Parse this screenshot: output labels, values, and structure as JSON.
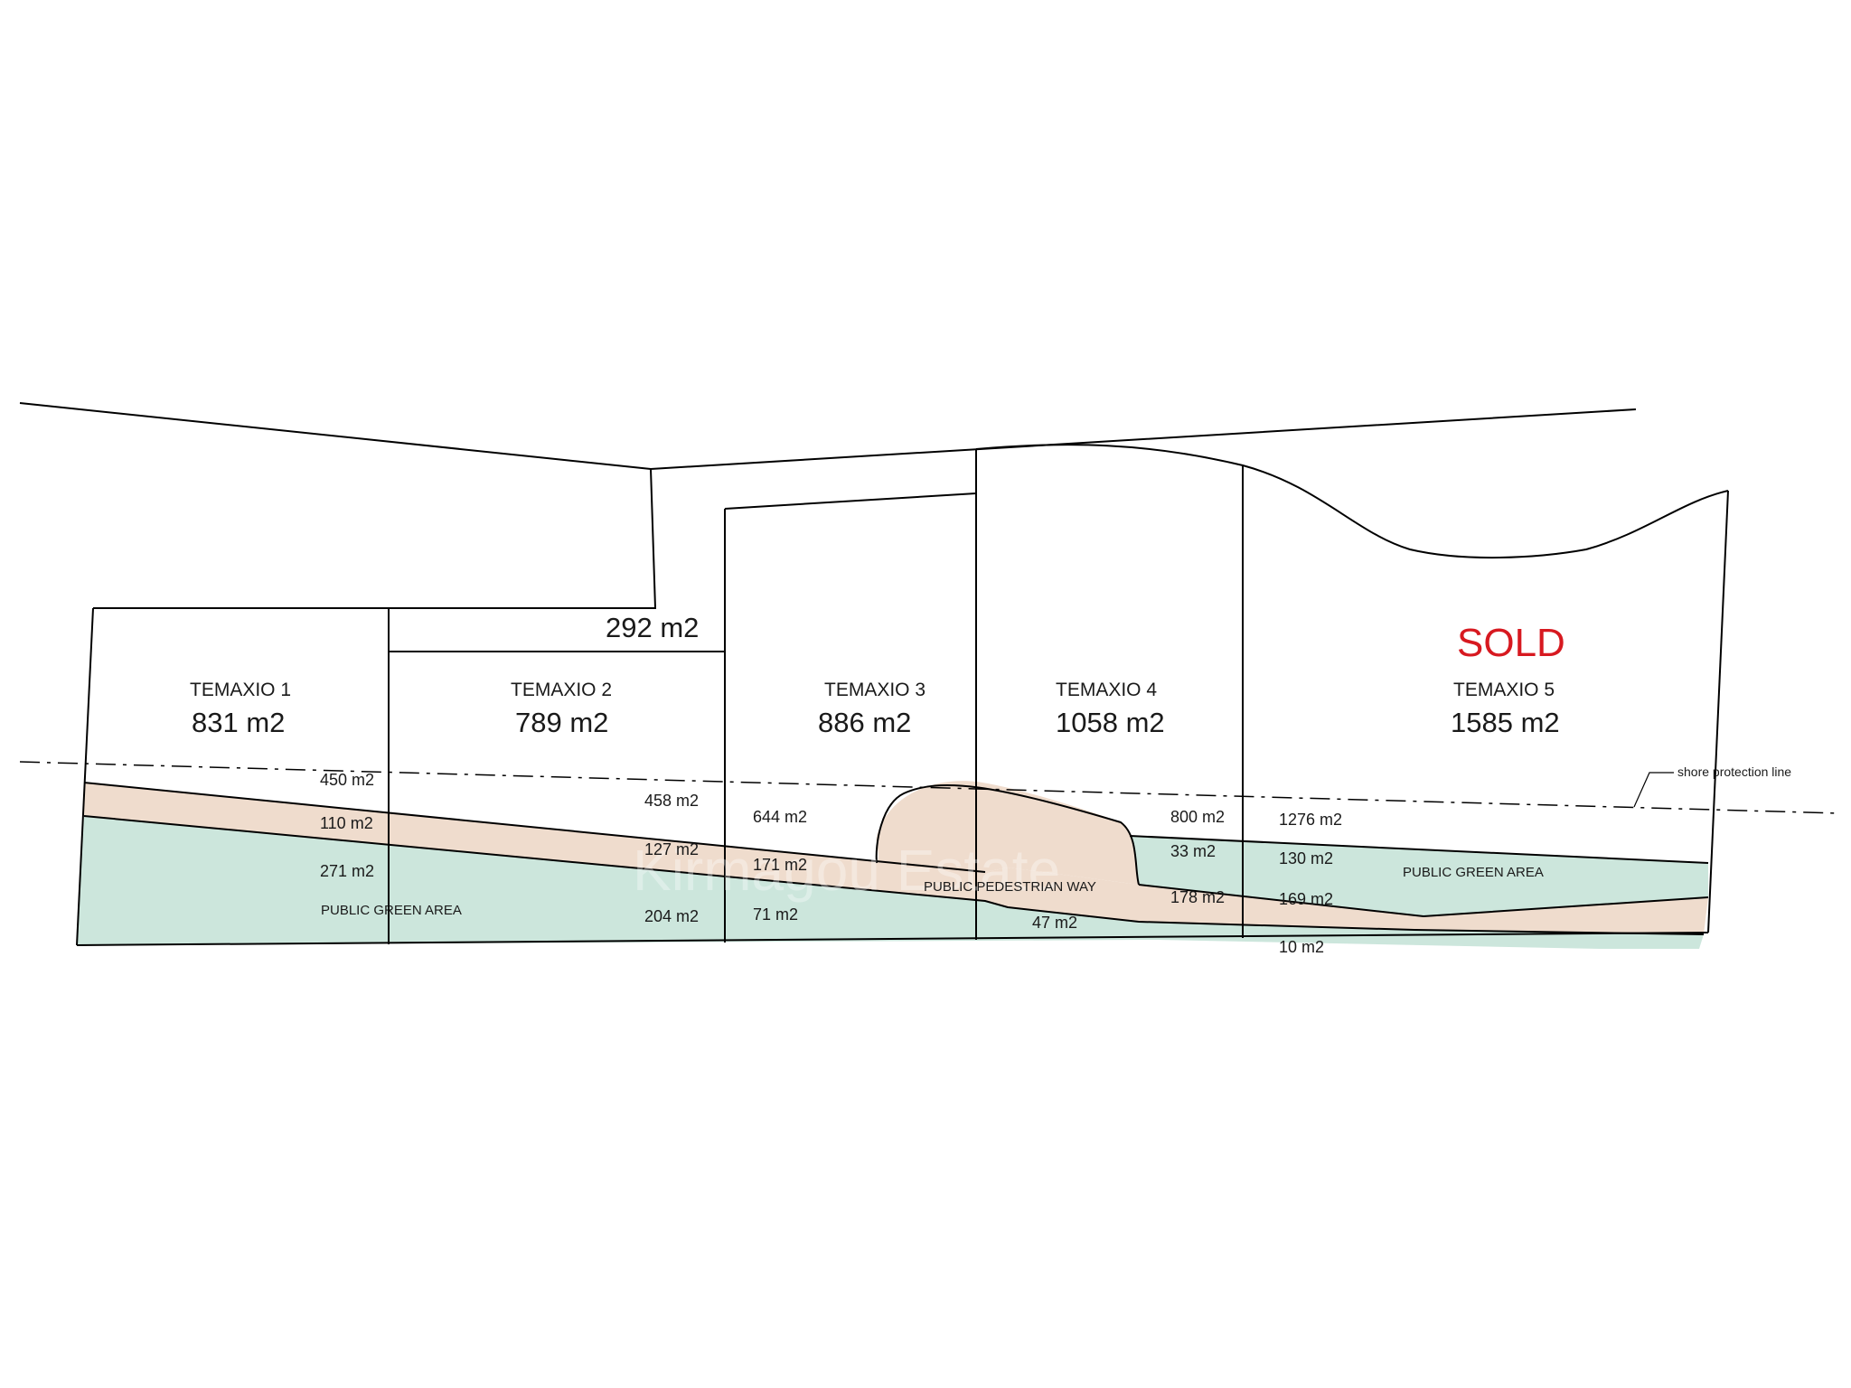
{
  "colors": {
    "green_area": "#cce6dc",
    "pedestrian_way": "#efdccd",
    "line": "#000000",
    "sold": "#d71920"
  },
  "watermark": "Kirmagou Estate",
  "sold_label": "SOLD",
  "plots": [
    {
      "name": "TEMAXIO 1",
      "area": "831 m2"
    },
    {
      "name": "TEMAXIO 2",
      "area": "789 m2"
    },
    {
      "name": "TEMAXIO 3",
      "area": "886 m2"
    },
    {
      "name": "TEMAXIO 4",
      "area": "1058 m2"
    },
    {
      "name": "TEMAXIO 5",
      "area": "1585 m2"
    }
  ],
  "extra_parcel_area": "292 m2",
  "sub_areas": {
    "p1_upper": "450 m2",
    "p1_pedestrian": "110 m2",
    "p1_green": "271 m2",
    "p2_upper": "458 m2",
    "p2_pedestrian": "127 m2",
    "p2_green": "204 m2",
    "p3_upper": "644 m2",
    "p3_pedestrian": "171 m2",
    "p3_green": "71 m2",
    "p4_upper": "800 m2",
    "p4_green_top": "33 m2",
    "p4_pedestrian": "178 m2",
    "p4_green": "47 m2",
    "p5_upper": "1276 m2",
    "p5_green_top": "130 m2",
    "p5_pedestrian": "169 m2",
    "p5_green": "10 m2"
  },
  "zone_labels": {
    "green_left": "PUBLIC GREEN AREA",
    "green_right": "PUBLIC GREEN AREA",
    "pedestrian": "PUBLIC PEDESTRIAN WAY"
  },
  "shore_line_label": "shore protection line"
}
